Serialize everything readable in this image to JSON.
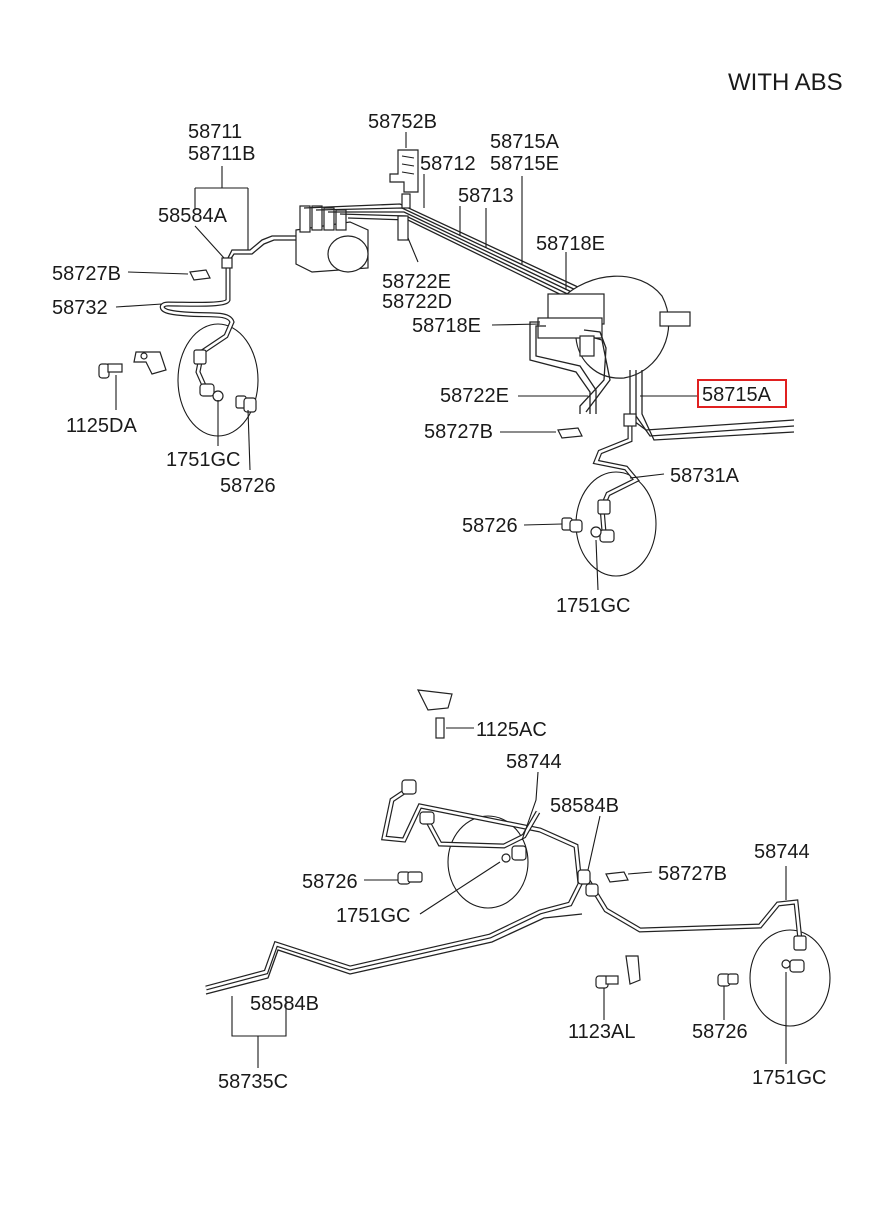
{
  "title": "WITH  ABS",
  "highlighted_part": "58715A",
  "labels": {
    "l58711": "58711",
    "l58711B": "58711B",
    "l58584A": "58584A",
    "l58727B_a": "58727B",
    "l58732": "58732",
    "l1125DA": "1125DA",
    "l1751GC_a": "1751GC",
    "l58726_a": "58726",
    "l58752B": "58752B",
    "l58712": "58712",
    "l58715A_top": "58715A",
    "l58715E": "58715E",
    "l58713": "58713",
    "l58718E_a": "58718E",
    "l58722E_a": "58722E",
    "l58722D": "58722D",
    "l58718E_b": "58718E",
    "l58722E_b": "58722E",
    "l58715A_hl": "58715A",
    "l58727B_b": "58727B",
    "l58731A": "58731A",
    "l58726_b": "58726",
    "l1751GC_b": "1751GC",
    "l1125AC": "1125AC",
    "l58744_a": "58744",
    "l58584B_a": "58584B",
    "l58726_c": "58726",
    "l58727B_c": "58727B",
    "l1751GC_c": "1751GC",
    "l58744_b": "58744",
    "l58584B_b": "58584B",
    "l58735C": "58735C",
    "l1123AL": "1123AL",
    "l58726_d": "58726",
    "l1751GC_d": "1751GC"
  }
}
